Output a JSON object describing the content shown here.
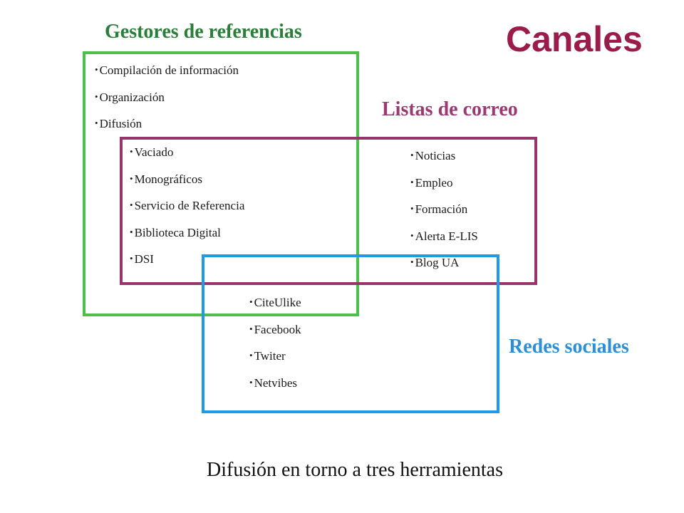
{
  "title": "Canales",
  "colors": {
    "title": "#9b1b4a",
    "gestores": "#4cc04a",
    "listas": "#96356a",
    "redes": "#1e9ae6"
  },
  "gestores": {
    "label": "Gestores de referencias",
    "items": [
      "Compilación  de información",
      "Organización",
      "Difusión"
    ]
  },
  "shared": {
    "items": [
      "Vaciado",
      "Monográficos",
      "Servicio de Referencia",
      "Biblioteca Digital",
      "DSI"
    ]
  },
  "listas": {
    "label": "Listas de correo",
    "items": [
      "Noticias",
      "Empleo",
      "Formación",
      "Alerta E-LIS",
      "Blog UA"
    ]
  },
  "redes": {
    "label": "Redes sociales",
    "items": [
      "CiteUlike",
      "Facebook",
      "Twiter",
      "Netvibes"
    ]
  },
  "caption": "Difusión en torno a tres herramientas"
}
